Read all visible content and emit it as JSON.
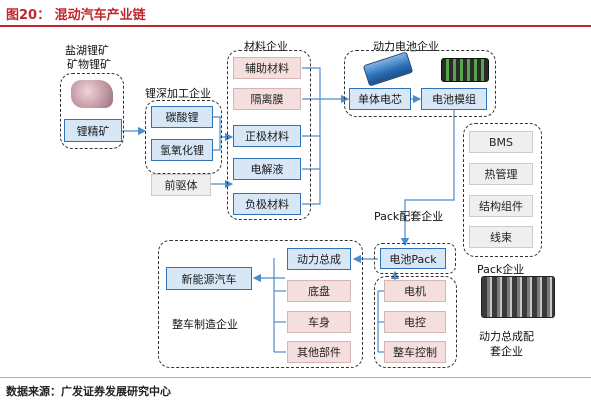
{
  "header": {
    "title": "图20：  混动汽车产业链"
  },
  "footer": {
    "source": "数据来源：广发证券发展研究中心"
  },
  "mine": {
    "label_line1": "盐湖锂矿",
    "label_line2": "矿物锂矿",
    "box": "锂精矿"
  },
  "deep": {
    "label": "锂深加工企业",
    "items": [
      "碳酸锂",
      "氢氧化锂"
    ]
  },
  "precursor": "前驱体",
  "materials": {
    "label": "材料企业",
    "items": [
      "辅助材料",
      "隔离膜",
      "正极材料",
      "电解液",
      "负极材料"
    ]
  },
  "cells": {
    "label": "动力电池企业",
    "items": [
      "单体电芯",
      "电池模组"
    ]
  },
  "bms_group": {
    "items": [
      "BMS",
      "热管理",
      "结构组件",
      "线束"
    ]
  },
  "pack": {
    "label": "Pack配套企业",
    "box": "电池Pack",
    "label2": "Pack企业"
  },
  "assembly": {
    "label": "整车制造企业",
    "car": "新能源汽车",
    "items": [
      "动力总成",
      "底盘",
      "车身",
      "其他部件"
    ]
  },
  "control": {
    "items": [
      "电机",
      "电控",
      "整车控制"
    ],
    "label_line1": "动力总成配",
    "label_line2": "套企业"
  },
  "colors": {
    "title": "#c0282e",
    "blue_box": "#d7e7f6",
    "blue_border": "#2f73b6",
    "pink_box": "#f4dede",
    "line": "#4a8ccc"
  }
}
